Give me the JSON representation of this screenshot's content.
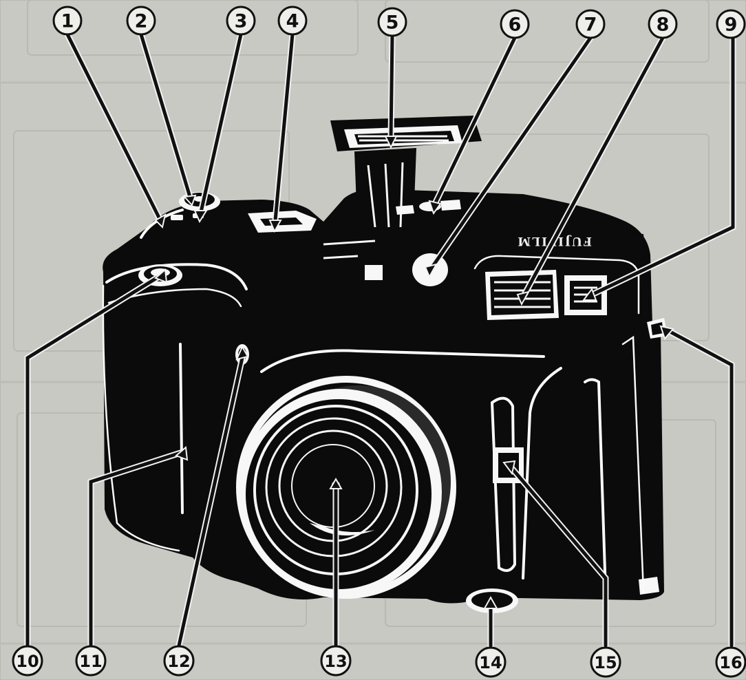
{
  "brand_text": "FUJIFILM",
  "colors": {
    "camera_body": "#0b0b0b",
    "highlight": "#f7f7f7",
    "background": "#d6d6d2"
  },
  "callouts": [
    {
      "label": "1",
      "target_part": "mode-selector-button"
    },
    {
      "label": "2",
      "target_part": "mode-dial"
    },
    {
      "label": "3",
      "target_part": "mode-indicator"
    },
    {
      "label": "4",
      "target_part": "lcd-panel"
    },
    {
      "label": "5",
      "target_part": "pop-up-flash"
    },
    {
      "label": "6",
      "target_part": "hot-shoe"
    },
    {
      "label": "7",
      "target_part": "flash-window"
    },
    {
      "label": "8",
      "target_part": "viewfinder-window"
    },
    {
      "label": "9",
      "target_part": "rangefinder-window"
    },
    {
      "label": "10",
      "target_part": "shutter-release-button"
    },
    {
      "label": "11",
      "target_part": "grip"
    },
    {
      "label": "12",
      "target_part": "self-timer-lamp"
    },
    {
      "label": "13",
      "target_part": "lens"
    },
    {
      "label": "14",
      "target_part": "tripod-socket"
    },
    {
      "label": "15",
      "target_part": "af-sensor-window"
    },
    {
      "label": "16",
      "target_part": "strap-eyelet"
    }
  ]
}
